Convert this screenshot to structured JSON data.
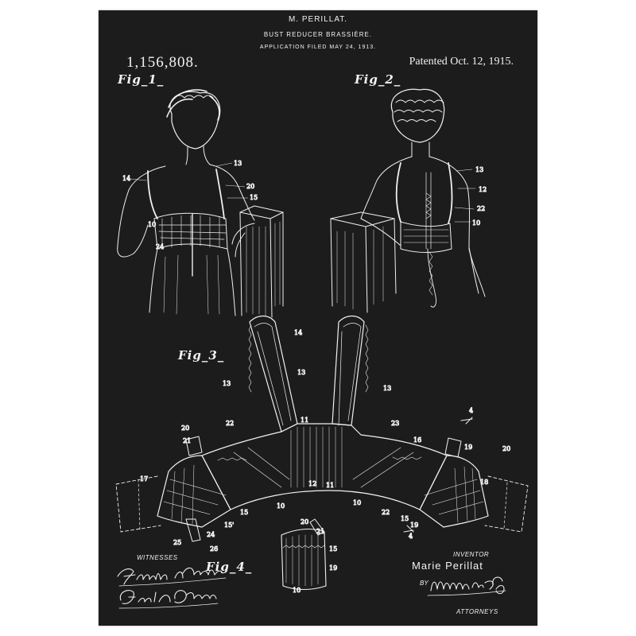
{
  "header": {
    "inventor_name": "M. PERILLAT.",
    "invention_title": "BUST REDUCER BRASSIÈRE.",
    "filed_line": "APPLICATION FILED MAY 24, 1913."
  },
  "patent_number": "1,156,808.",
  "patent_date": "Patented Oct. 12, 1915.",
  "figures": {
    "fig1_label": "Fig_1_",
    "fig2_label": "Fig_2_",
    "fig3_label": "Fig_3_",
    "fig4_label": "Fig_4_"
  },
  "reference_numerals": {
    "fig1": [
      "14",
      "13",
      "20",
      "15",
      "10",
      "24"
    ],
    "fig2": [
      "13",
      "12",
      "22",
      "10"
    ],
    "fig3": [
      "14",
      "13",
      "13",
      "13",
      "11",
      "22",
      "23",
      "16",
      "4",
      "20",
      "21",
      "19",
      "20",
      "17",
      "18",
      "10",
      "12",
      "11",
      "10",
      "22",
      "15",
      "15'",
      "24",
      "25",
      "26",
      "15",
      "19",
      "4"
    ],
    "fig4": [
      "20",
      "21",
      "15",
      "19",
      "10"
    ]
  },
  "witnesses": {
    "label": "WITNESSES",
    "signature_1": "Frank C. Palmer",
    "signature_2": "Geo. L. Beeler"
  },
  "inventor_block": {
    "label": "INVENTOR",
    "name": "Marie Perillat",
    "by": "BY",
    "attorney_signature": "Munn & Co.",
    "attorneys_label": "ATTORNEYS"
  },
  "colors": {
    "poster_background": "#1c1c1c",
    "line_art": "#f2f2f2",
    "page_background": "#ffffff"
  }
}
